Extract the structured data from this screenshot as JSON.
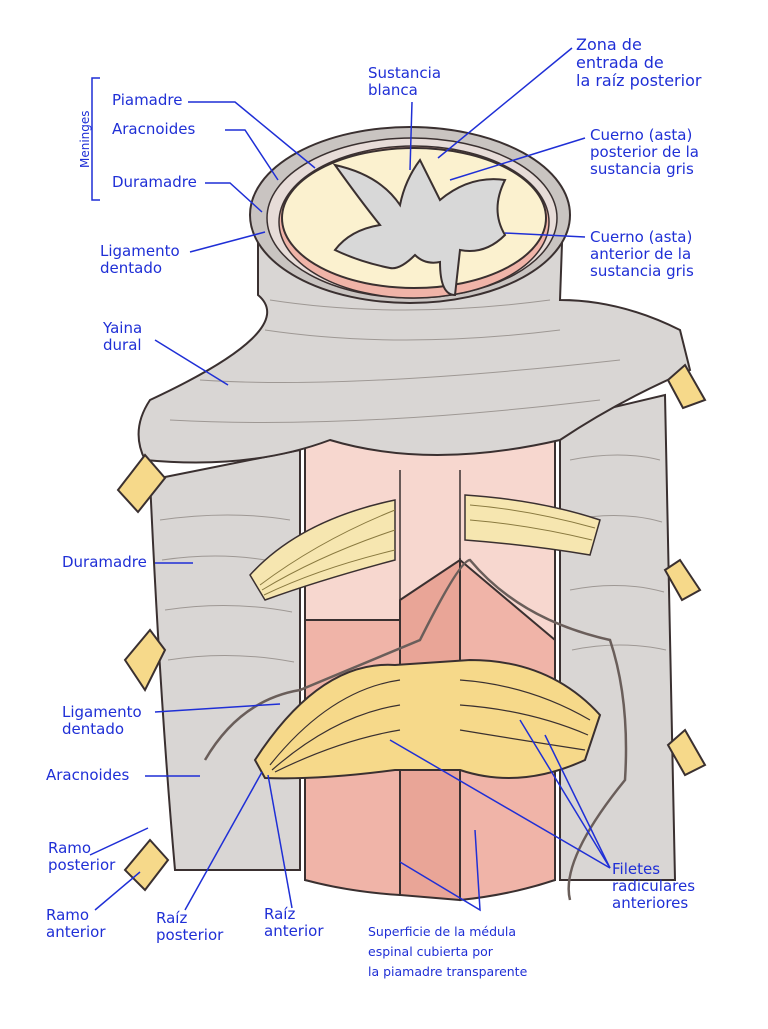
{
  "labels": {
    "meninges": "Meninges",
    "piamadre": "Piamadre",
    "aracnoides_top": "Aracnoides",
    "duramadre_top": "Duramadre",
    "ligamento_top_1": "Ligamento",
    "ligamento_top_2": "dentado",
    "yaina_1": "Yaina",
    "yaina_2": "dural",
    "sustancia_1": "Sustancia",
    "sustancia_2": "blanca",
    "zona_1": "Zona de",
    "zona_2": "entrada de",
    "zona_3": "la raíz posterior",
    "cuerno_post_1": "Cuerno (asta)",
    "cuerno_post_2": "posterior de la",
    "cuerno_post_3": "sustancia gris",
    "cuerno_ant_1": "Cuerno (asta)",
    "cuerno_ant_2": "anterior de la",
    "cuerno_ant_3": "sustancia gris",
    "duramadre_mid": "Duramadre",
    "ligamento_mid_1": "Ligamento",
    "ligamento_mid_2": "dentado",
    "aracnoides_mid": "Aracnoides",
    "ramo_post_1": "Ramo",
    "ramo_post_2": "posterior",
    "ramo_ant_1": "Ramo",
    "ramo_ant_2": "anterior",
    "raiz_post_1": "Raíz",
    "raiz_post_2": "posterior",
    "raiz_ant_1": "Raíz",
    "raiz_ant_2": "anterior",
    "superficie_1": "Superficie de la médula",
    "superficie_2": "espinal cubierta por",
    "superficie_3": "la piamadre transparente",
    "filetes_1": "Filetes",
    "filetes_2": "radiculares",
    "filetes_3": "anteriores"
  },
  "colors": {
    "label": "#1f2fd6",
    "dura": "#d9d6d4",
    "dura_dark": "#bdb8b5",
    "cord": "#f0b4a8",
    "cord_light": "#f7d7cf",
    "white_matter": "#fbf1cf",
    "gray_matter": "#d8d8d8",
    "nerve": "#f6d98a",
    "outline": "#3a3030"
  }
}
